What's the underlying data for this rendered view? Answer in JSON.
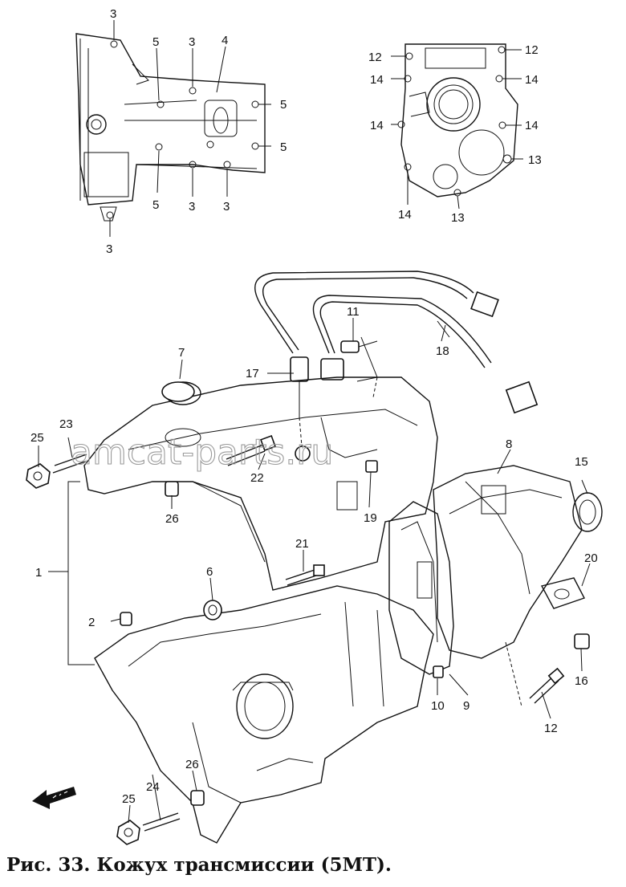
{
  "caption": "Рис. 33. Кожух трансмиссии (5МТ).",
  "watermark": "amcat-parts.ru",
  "top_left_labels": [
    "3",
    "5",
    "3",
    "4",
    "5",
    "5",
    "5",
    "3",
    "3",
    "3"
  ],
  "top_right_labels": [
    "12",
    "12",
    "14",
    "14",
    "14",
    "14",
    "13",
    "14",
    "13"
  ],
  "main_labels": [
    "7",
    "17",
    "11",
    "18",
    "23",
    "25",
    "22",
    "26",
    "19",
    "8",
    "15",
    "1",
    "21",
    "6",
    "20",
    "2",
    "16",
    "10",
    "9",
    "12",
    "26",
    "24",
    "25"
  ]
}
